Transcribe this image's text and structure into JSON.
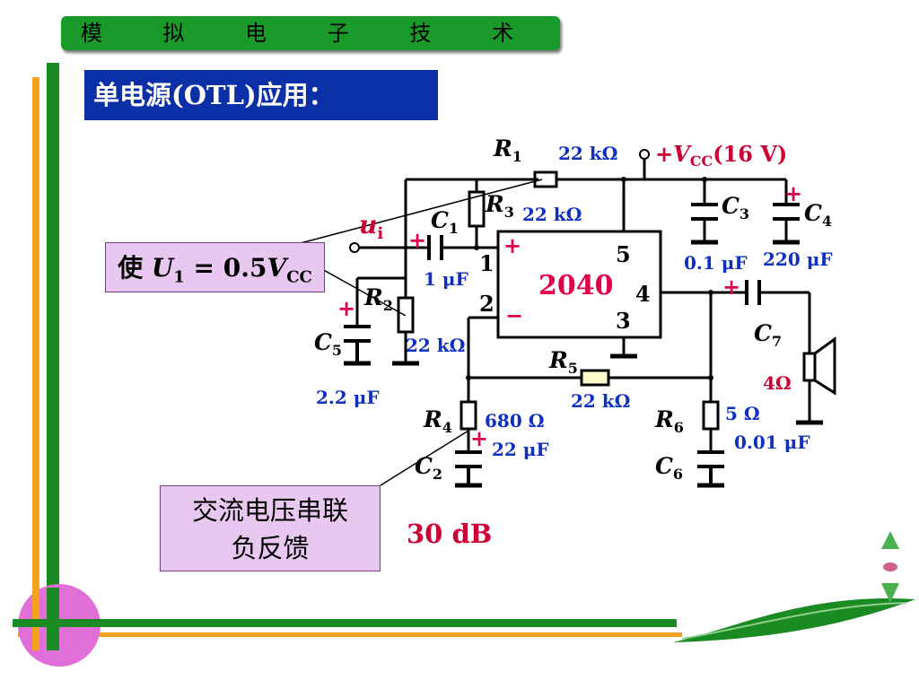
{
  "header": {
    "title": "模 拟 电 子 技 术"
  },
  "slide": {
    "title": "单电源(OTL)应用："
  },
  "callouts": {
    "bias_prefix": "使 ",
    "bias_u": "U",
    "bias_u_sub": "1",
    "bias_mid": " = 0.5",
    "bias_v": "V",
    "bias_v_sub": "CC",
    "feedback_line1": "交流电压串联",
    "feedback_line2": "负反馈",
    "gain": "30 dB"
  },
  "circuit": {
    "ic_label": "2040",
    "pins": [
      "1",
      "2",
      "3",
      "4",
      "5"
    ],
    "pin_plus": "+",
    "pin_minus": "−",
    "supply": {
      "plus": "+",
      "v": "V",
      "sub": "CC",
      "value": "(16 V)"
    },
    "input": {
      "u": "u",
      "sub": "i"
    },
    "components": [
      {
        "name": "R",
        "sub": "1",
        "value": "22 kΩ"
      },
      {
        "name": "R",
        "sub": "2",
        "value": "22 kΩ"
      },
      {
        "name": "R",
        "sub": "3",
        "value": "22 kΩ"
      },
      {
        "name": "R",
        "sub": "4",
        "value": "680 Ω"
      },
      {
        "name": "R",
        "sub": "5",
        "value": "22 kΩ"
      },
      {
        "name": "R",
        "sub": "6",
        "value": "5 Ω"
      },
      {
        "name": "C",
        "sub": "1",
        "value": "1 μF"
      },
      {
        "name": "C",
        "sub": "2",
        "value": "22 μF"
      },
      {
        "name": "C",
        "sub": "3",
        "value": "0.1 μF"
      },
      {
        "name": "C",
        "sub": "4",
        "value": "220 μF"
      },
      {
        "name": "C",
        "sub": "5",
        "value": "2.2 μF"
      },
      {
        "name": "C",
        "sub": "6",
        "value": "0.01 μF"
      },
      {
        "name": "C",
        "sub": "7",
        "value": "4Ω"
      }
    ]
  },
  "colors": {
    "header_green": "#1a9a2a",
    "title_blue": "#0b2fa6",
    "callout_fill": "#e8c8f0",
    "label_blue": "#1030c0",
    "polarity_red": "#e0004a"
  }
}
